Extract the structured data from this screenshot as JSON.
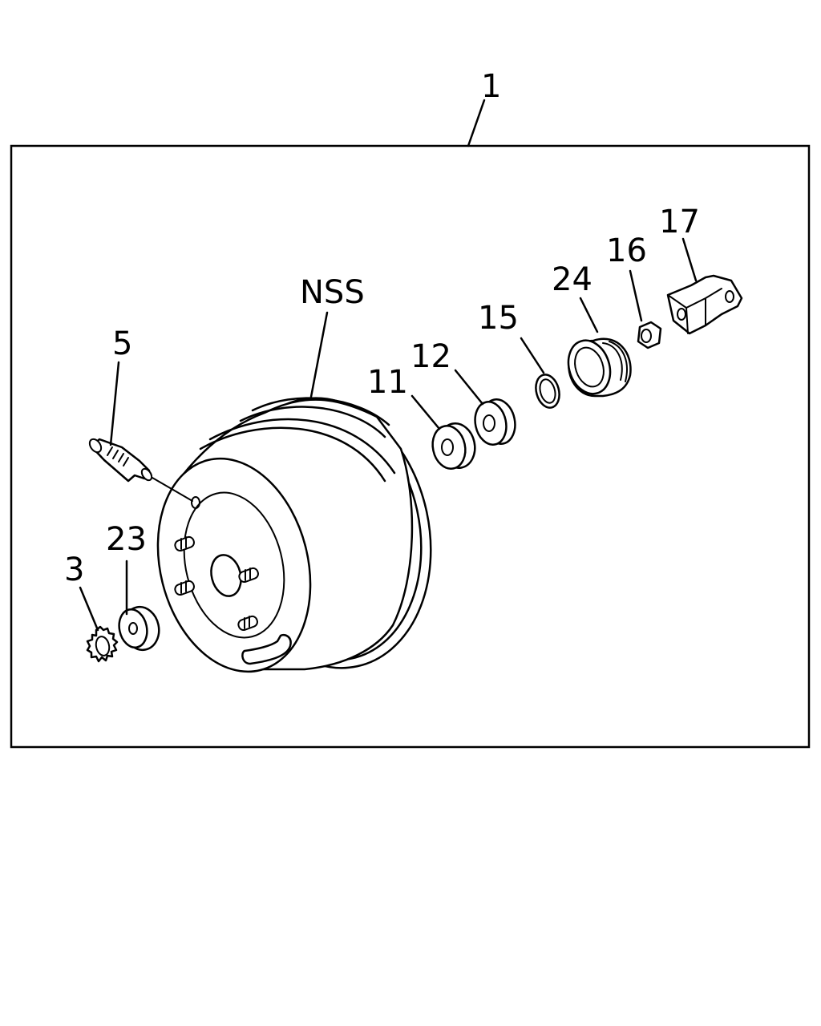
{
  "labels": {
    "assembly": "1",
    "nss": "NSS",
    "p5": "5",
    "p23": "23",
    "p3": "3",
    "p11": "11",
    "p12": "12",
    "p15": "15",
    "p24": "24",
    "p16": "16",
    "p17": "17"
  },
  "colors": {
    "line": "#000000",
    "background": "#ffffff"
  },
  "parts": [
    "assembly",
    "booster-body",
    "check-valve",
    "grommet",
    "lock-washer",
    "seal",
    "washer",
    "o-ring",
    "boot",
    "nut",
    "clevis"
  ]
}
